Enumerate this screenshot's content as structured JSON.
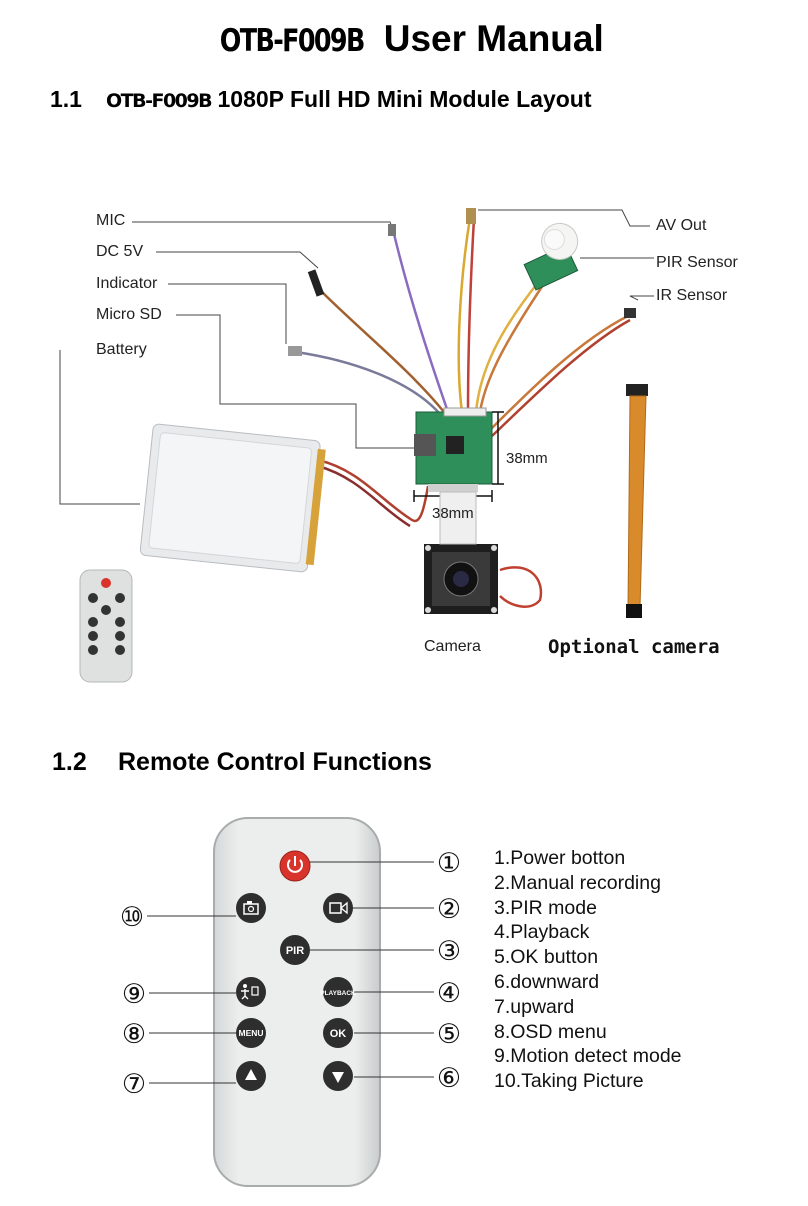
{
  "title": {
    "model": "OTB-F009B",
    "text": "User Manual"
  },
  "section_1_1": {
    "number": "1.1",
    "model": "OTB-F009B",
    "text": "1080P Full HD Mini Module Layout"
  },
  "layout_labels": {
    "mic": "MIC",
    "dc": "DC 5V",
    "indicator": "Indicator",
    "microsd": "Micro SD",
    "battery": "Battery",
    "av_out": "AV Out",
    "pir_sensor": "PIR Sensor",
    "ir_sensor": "IR Sensor",
    "dim_height": "38mm",
    "dim_width": "38mm",
    "camera": "Camera",
    "optional_camera": "Optional camera"
  },
  "section_1_2": {
    "number": "1.2",
    "text": "Remote Control Functions"
  },
  "remote_buttons": {
    "pir": "PIR",
    "playback": "PLAYBACK",
    "menu": "MENU",
    "ok": "OK"
  },
  "callouts": {
    "c1": "①",
    "c2": "②",
    "c3": "③",
    "c4": "④",
    "c5": "⑤",
    "c6": "⑥",
    "c7": "⑦",
    "c8": "⑧",
    "c9": "⑨",
    "c10": "⑩"
  },
  "functions": [
    "1.Power botton",
    "2.Manual recording",
    "3.PIR mode",
    "4.Playback",
    "5.OK button",
    "6.downward",
    "7.upward",
    "8.OSD menu",
    "9.Motion detect mode",
    "10.Taking Picture"
  ],
  "colors": {
    "power_red": "#d9342b",
    "button_dark": "#2e2e2e",
    "remote_body": "#e8eaea",
    "pcb_green": "#2f8f5a"
  }
}
